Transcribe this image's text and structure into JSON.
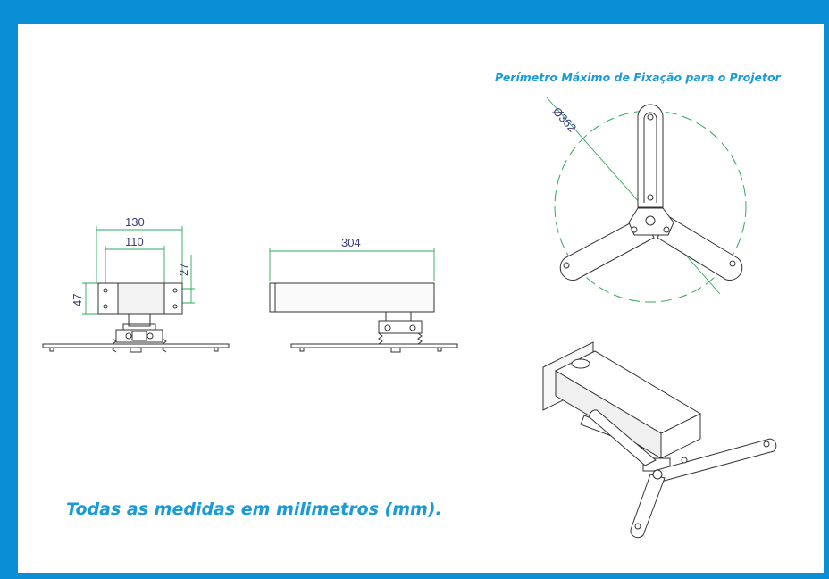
{
  "title": "Perímetro Máximo de Fixação para o Projetor",
  "caption": "Todas as medidas em milimetros (mm).",
  "colors": {
    "frame": "#0a8fd4",
    "accent_text": "#1a9ad6",
    "dimension_line": "#2eaa5c",
    "dimension_text": "#3c3c7a"
  },
  "dimensions": {
    "front_width_outer": "130",
    "front_width_inner": "110",
    "front_height": "47",
    "front_offset": "27",
    "side_length": "304",
    "diameter": "Ø362"
  }
}
